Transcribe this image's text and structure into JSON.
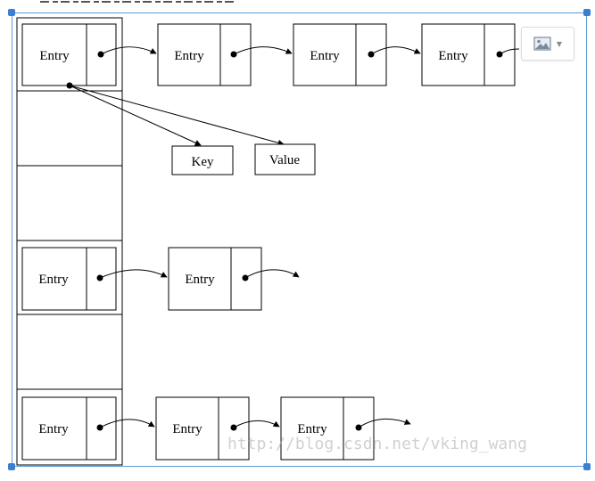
{
  "diagram": {
    "entry_label": "Entry",
    "key_label": "Key",
    "value_label": "Value"
  },
  "watermark": "http://blog.csdn.net/vking_wang",
  "toolbar": {
    "image_options_icon": "image-icon"
  },
  "colors": {
    "selection": "#3c7fd0",
    "stroke": "#000000",
    "watermark": "#aaaaaa"
  }
}
